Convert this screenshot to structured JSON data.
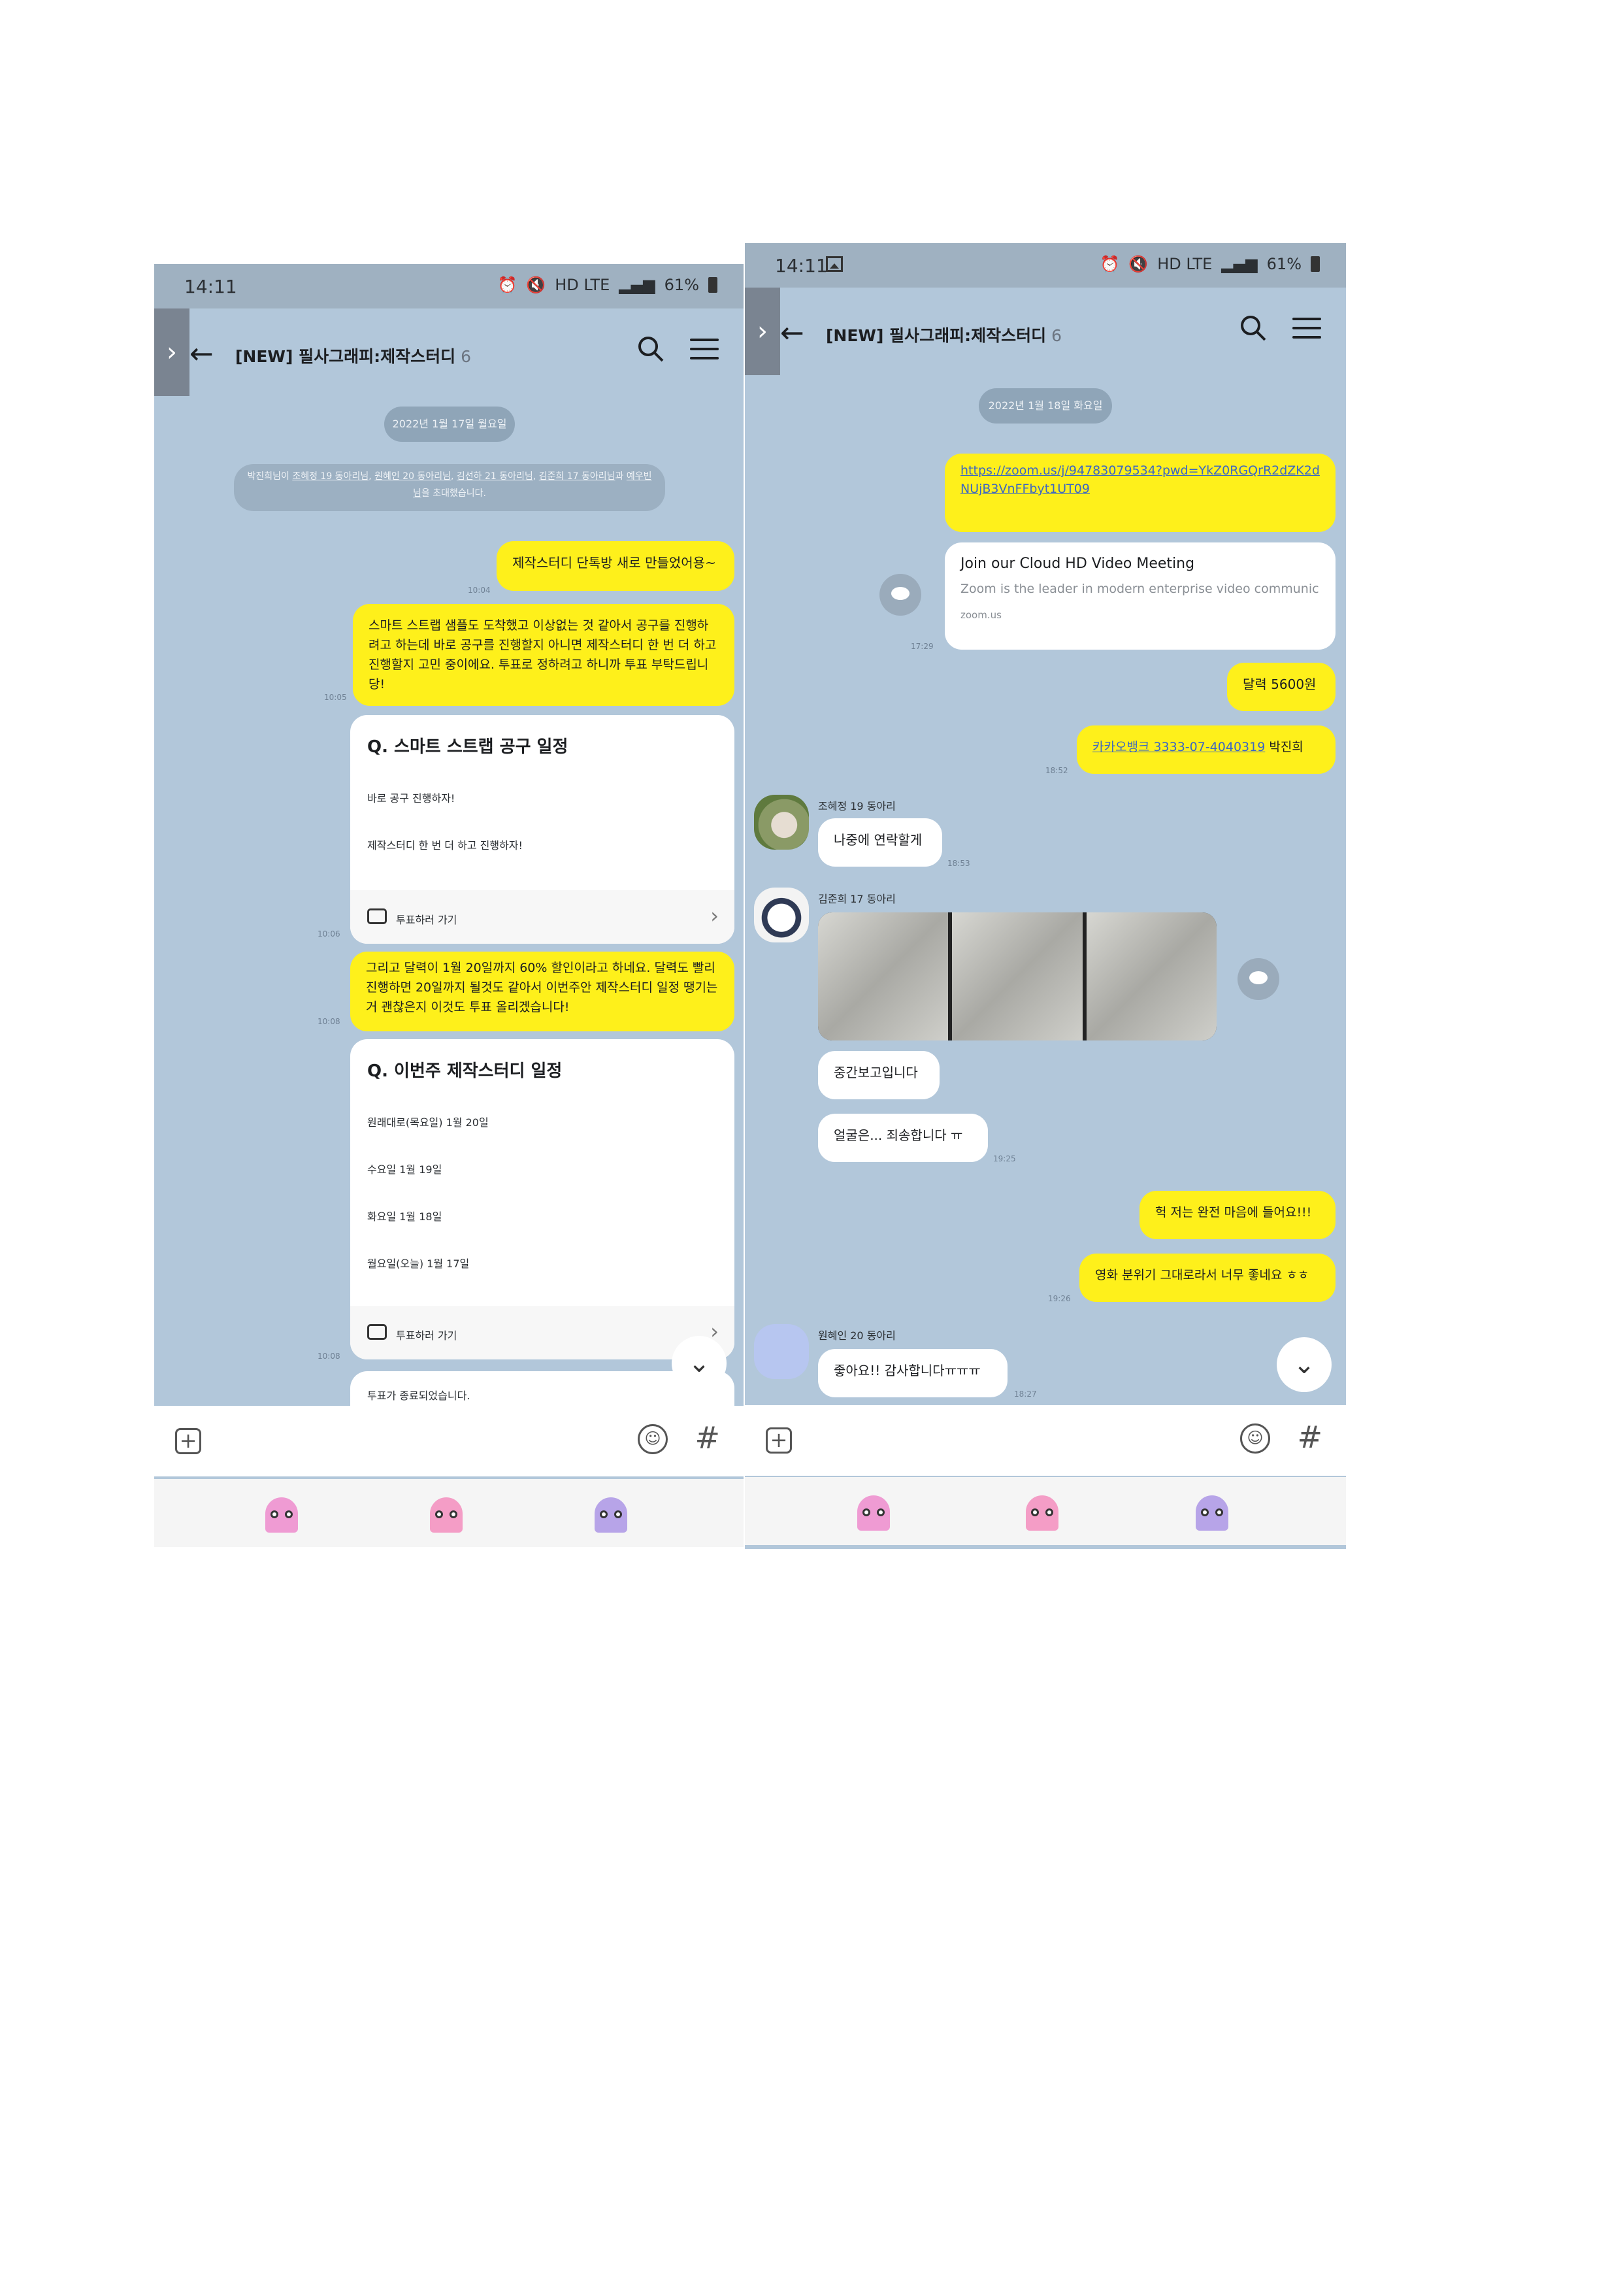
{
  "colors": {
    "chat_bg": "#b2c7da",
    "yellow_bubble": "#fef01b",
    "white_bubble": "#ffffff",
    "status_bar": "#9fb1c1",
    "ghost_pink": "#ef9bd3",
    "ghost_purple": "#b7a4e8"
  },
  "left": {
    "status": {
      "time": "14:11",
      "battery": "61%",
      "net": "HD LTE"
    },
    "header": {
      "title": "[NEW] 필사그래피:제작스터디",
      "member_count": "6"
    },
    "date": "2022년 1월 17일 월요일",
    "notice": {
      "prefix": "박진희님이 ",
      "u1": "조혜정 19 동아리님",
      "sep1": ", ",
      "u2": "원혜인 20 동아리님",
      "sep2": ", ",
      "u3": "김선하 21 동아리님",
      "sep3": ", ",
      "u4": "김준희 17 동아리님",
      "mid": "과 ",
      "u5": "예우빈님",
      "suffix": "을 초대했습니다."
    },
    "messages": [
      {
        "text": "제작스터디 단톡방 새로 만들었어용~",
        "time": "10:04"
      },
      {
        "text": "스마트 스트랩 샘플도 도착했고 이상없는 것 같아서 공구를 진행하려고 하는데 바로 공구를 진행할지 아니면 제작스터디 한 번 더 하고 진행할지 고민 중이에요. 투표로 정하려고 하니까 투표 부탁드립니당!",
        "time": "10:05"
      },
      {
        "text": "그리고 달력이 1월 20일까지 60% 할인이라고 하네요. 달력도 빨리진행하면 20일까지 될것도 같아서 이번주안 제작스터디 일정 땡기는거 괜찮은지 이것도 투표 올리겠습니다!",
        "time": "10:08"
      }
    ],
    "vote1": {
      "question": "Q. 스마트 스트랩 공구 일정",
      "options": [
        "바로 공구 진행하자!",
        "제작스터디 한 번 더 하고 진행하자!"
      ],
      "footer": "투표하러 가기",
      "time": "10:06"
    },
    "vote2": {
      "question": "Q. 이번주 제작스터디 일정",
      "options": [
        "원래대로(목요일) 1월 20일",
        "수요일 1월 19일",
        "화요일 1월 18일",
        "월요일(오늘) 1월 17일"
      ],
      "footer": "투표하러 가기",
      "time": "10:08"
    },
    "vote_end": "투표가 종료되었습니다."
  },
  "right": {
    "status": {
      "time": "14:11",
      "battery": "61%",
      "net": "HD LTE"
    },
    "header": {
      "title": "[NEW] 필사그래피:제작스터디",
      "member_count": "6"
    },
    "date": "2022년 1월 18일 화요일",
    "link": "https://zoom.us/j/94783079534?pwd=YkZ0RGQrR2dZK2dNUjB3VnFFbyt1UT09",
    "preview": {
      "title": "Join our Cloud HD Video Meeting",
      "desc": "Zoom is the leader in modern enterprise video communic...",
      "domain": "zoom.us",
      "time": "17:29"
    },
    "m_calendar": "달력 5600원",
    "m_bank_link": "카카오뱅크 3333-07-4040319",
    "m_bank_name": " 박진희",
    "t_bank": "18:52",
    "user1": {
      "name": "조혜정 19 동아리",
      "msg": "나중에 연락할게",
      "time": "18:53"
    },
    "user2": {
      "name": "김준희 17 동아리",
      "msg1": "중간보고입니다",
      "msg2": "얼굴은... 죄송합니다 ㅠ",
      "time": "19:25"
    },
    "m_like": "헉 저는 완전 마음에 들어요!!!",
    "m_mood": "영화 분위기 그대로라서 너무 좋네요 ㅎㅎ",
    "t_mood": "19:26",
    "user3": {
      "name": "원혜인 20 동아리",
      "msg": "좋아요!! 감사합니다ㅠㅠㅠ",
      "time": "18:27"
    }
  }
}
